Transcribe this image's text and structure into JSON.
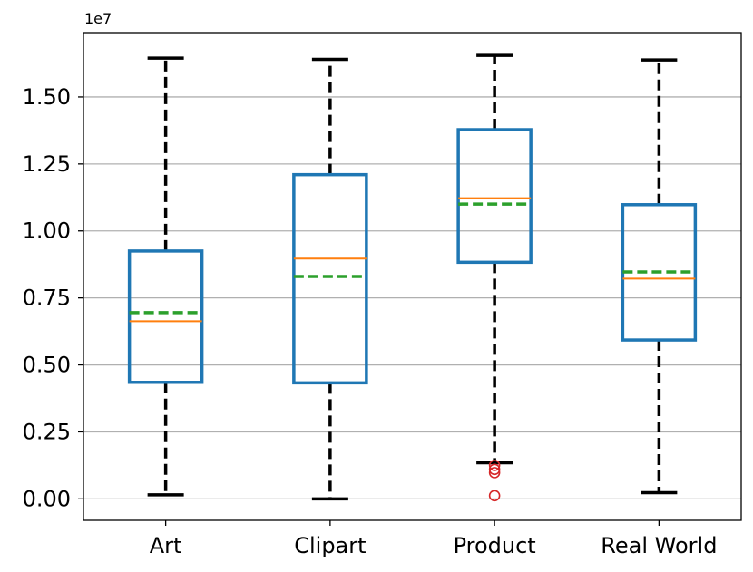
{
  "chart_data": {
    "type": "box",
    "title": "",
    "xlabel": "",
    "ylabel": "",
    "y_offset_label": "1e7",
    "ylim": [
      -0.08,
      1.74
    ],
    "yticks": [
      0.0,
      0.25,
      0.5,
      0.75,
      1.0,
      1.25,
      1.5
    ],
    "ytick_labels": [
      "0.00",
      "0.25",
      "0.50",
      "0.75",
      "1.00",
      "1.25",
      "1.50"
    ],
    "grid": "y",
    "categories": [
      "Art",
      "Clipart",
      "Product",
      "Real World"
    ],
    "boxes": [
      {
        "category": "Art",
        "whisker_low": 0.015,
        "q1": 0.435,
        "median": 0.663,
        "mean": 0.695,
        "q3": 0.925,
        "whisker_high": 1.645,
        "outliers": []
      },
      {
        "category": "Clipart",
        "whisker_low": 0.0,
        "q1": 0.433,
        "median": 0.897,
        "mean": 0.83,
        "q3": 1.21,
        "whisker_high": 1.64,
        "outliers": []
      },
      {
        "category": "Product",
        "whisker_low": 0.135,
        "q1": 0.883,
        "median": 1.122,
        "mean": 1.1,
        "q3": 1.378,
        "whisker_high": 1.655,
        "outliers": [
          0.012,
          0.098,
          0.11,
          0.125
        ]
      },
      {
        "category": "Real World",
        "whisker_low": 0.023,
        "q1": 0.593,
        "median": 0.822,
        "mean": 0.847,
        "q3": 1.098,
        "whisker_high": 1.638,
        "outliers": []
      }
    ],
    "colors": {
      "box": "#1f77b4",
      "median": "#ff7f0e",
      "mean": "#2ca02c",
      "whisker": "#000000",
      "outlier": "#d62728",
      "grid": "#b0b0b0"
    }
  }
}
